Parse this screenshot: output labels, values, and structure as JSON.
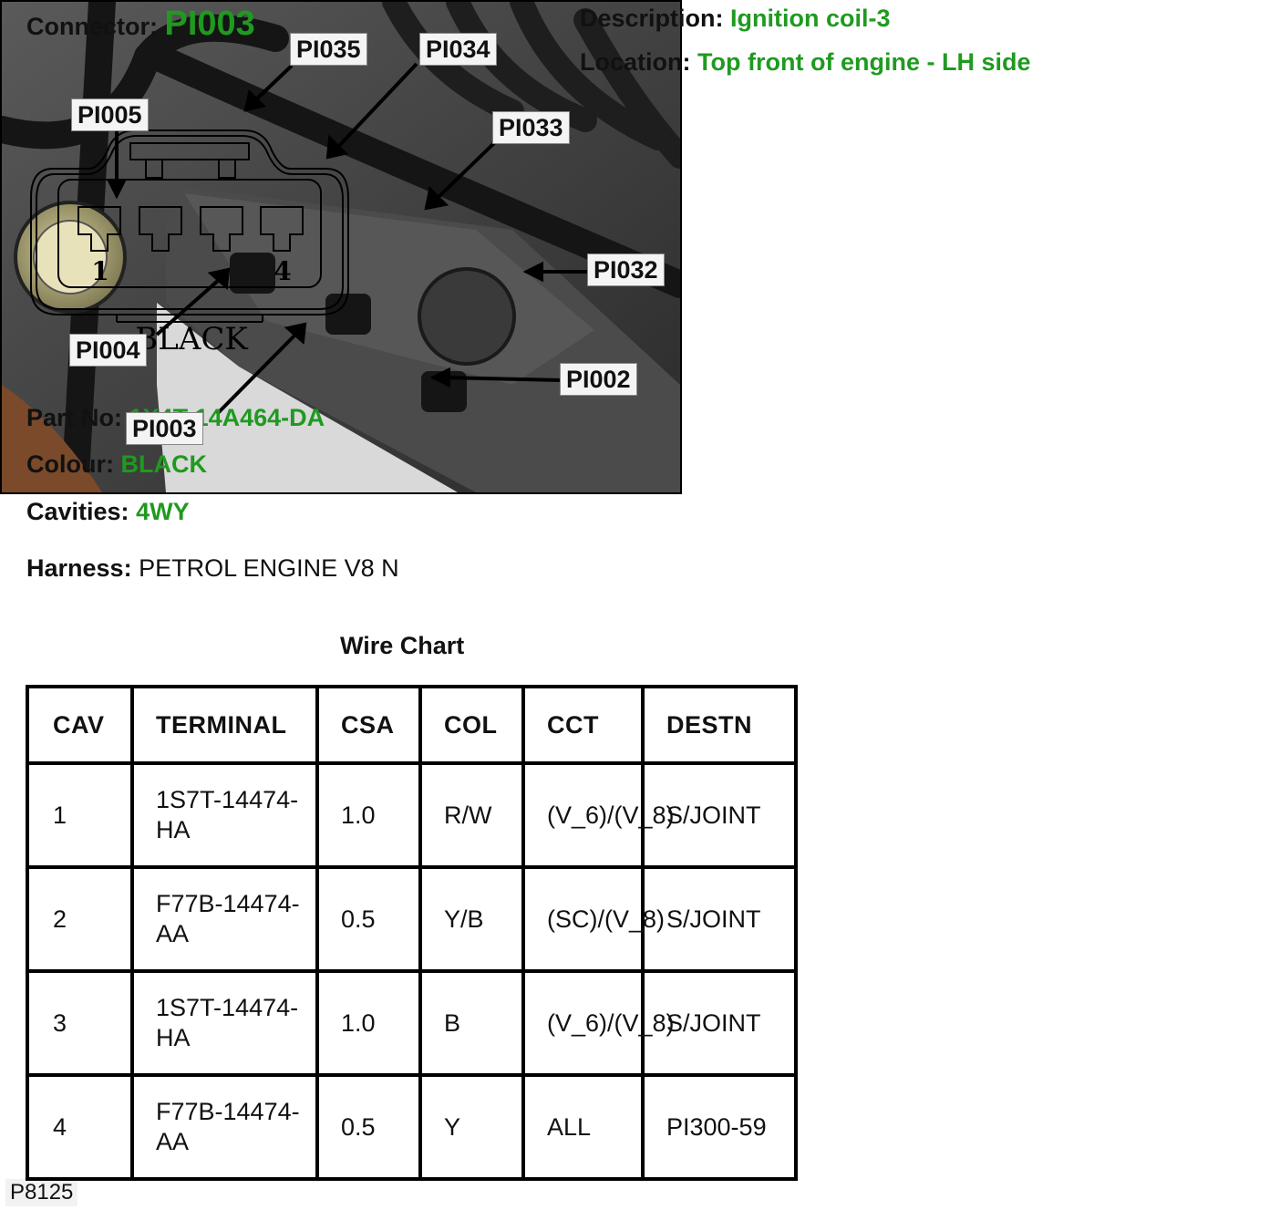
{
  "connector": {
    "label": "Connector:",
    "value": "PI003"
  },
  "description": {
    "label": "Description:",
    "value": "Ignition coil-3"
  },
  "location": {
    "label": "Location:",
    "value": "Top front of engine - LH side"
  },
  "diagram": {
    "pin_first": "1",
    "pin_last": "4",
    "colour_text": "BLACK"
  },
  "part_no": {
    "label": "Part No:",
    "value": "1X4T-14A464-DA"
  },
  "colour": {
    "label": "Colour:",
    "value": "BLACK"
  },
  "cavities": {
    "label": "Cavities:",
    "value": "4WY"
  },
  "harness": {
    "label": "Harness:",
    "value": "PETROL ENGINE V8 N"
  },
  "photo": {
    "image_id": "P8125",
    "callouts": [
      "PI035",
      "PI034",
      "PI005",
      "PI033",
      "PI032",
      "PI004",
      "PI002",
      "PI003"
    ]
  },
  "wire_chart": {
    "title": "Wire Chart",
    "headers": [
      "CAV",
      "TERMINAL",
      "CSA",
      "COL",
      "CCT",
      "DESTN"
    ],
    "rows": [
      [
        "1",
        "1S7T-14474-HA",
        "1.0",
        "R/W",
        "(V_6)/(V_8)",
        "S/JOINT"
      ],
      [
        "2",
        "F77B-14474-AA",
        "0.5",
        "Y/B",
        "(SC)/(V_8)",
        "S/JOINT"
      ],
      [
        "3",
        "1S7T-14474-HA",
        "1.0",
        "B",
        "(V_6)/(V_8)",
        "S/JOINT"
      ],
      [
        "4",
        "F77B-14474-AA",
        "0.5",
        "Y",
        "ALL",
        "PI300-59"
      ]
    ]
  },
  "colors": {
    "accent_green": "#1f9a1f",
    "text": "#111111",
    "border": "#000000"
  }
}
